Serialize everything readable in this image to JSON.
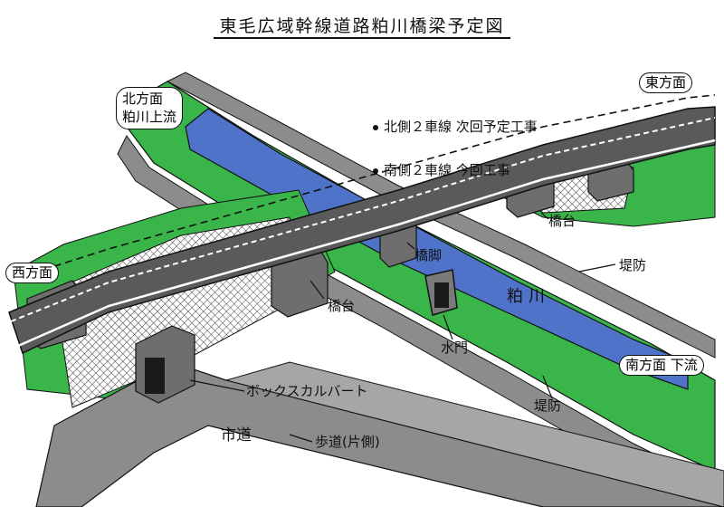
{
  "title": "東毛広域幹線道路粕川橋梁予定図",
  "labels": {
    "north": "北方面",
    "north_upstream": "粕川上流",
    "east": "東方面",
    "west": "西方面",
    "north_lanes": "北側２車線 次回予定工事",
    "south_lanes": "南側２車線 今回工事",
    "abutment_east": "橋台",
    "abutment_west": "橋台",
    "pier": "橋脚",
    "river": "粕川",
    "levee_upper": "堤防",
    "levee_lower": "堤防",
    "water_gate": "水門",
    "south": "南方面",
    "downstream": "下流",
    "box_culvert": "ボックスカルバート",
    "local_road": "市道",
    "sidewalk": "歩道(片側)"
  },
  "colors": {
    "river": "#4f73c8",
    "grass": "#39b54a",
    "road": "#5a5a5a",
    "levee": "#8c8c8c",
    "structure": "#6e6e6e"
  }
}
